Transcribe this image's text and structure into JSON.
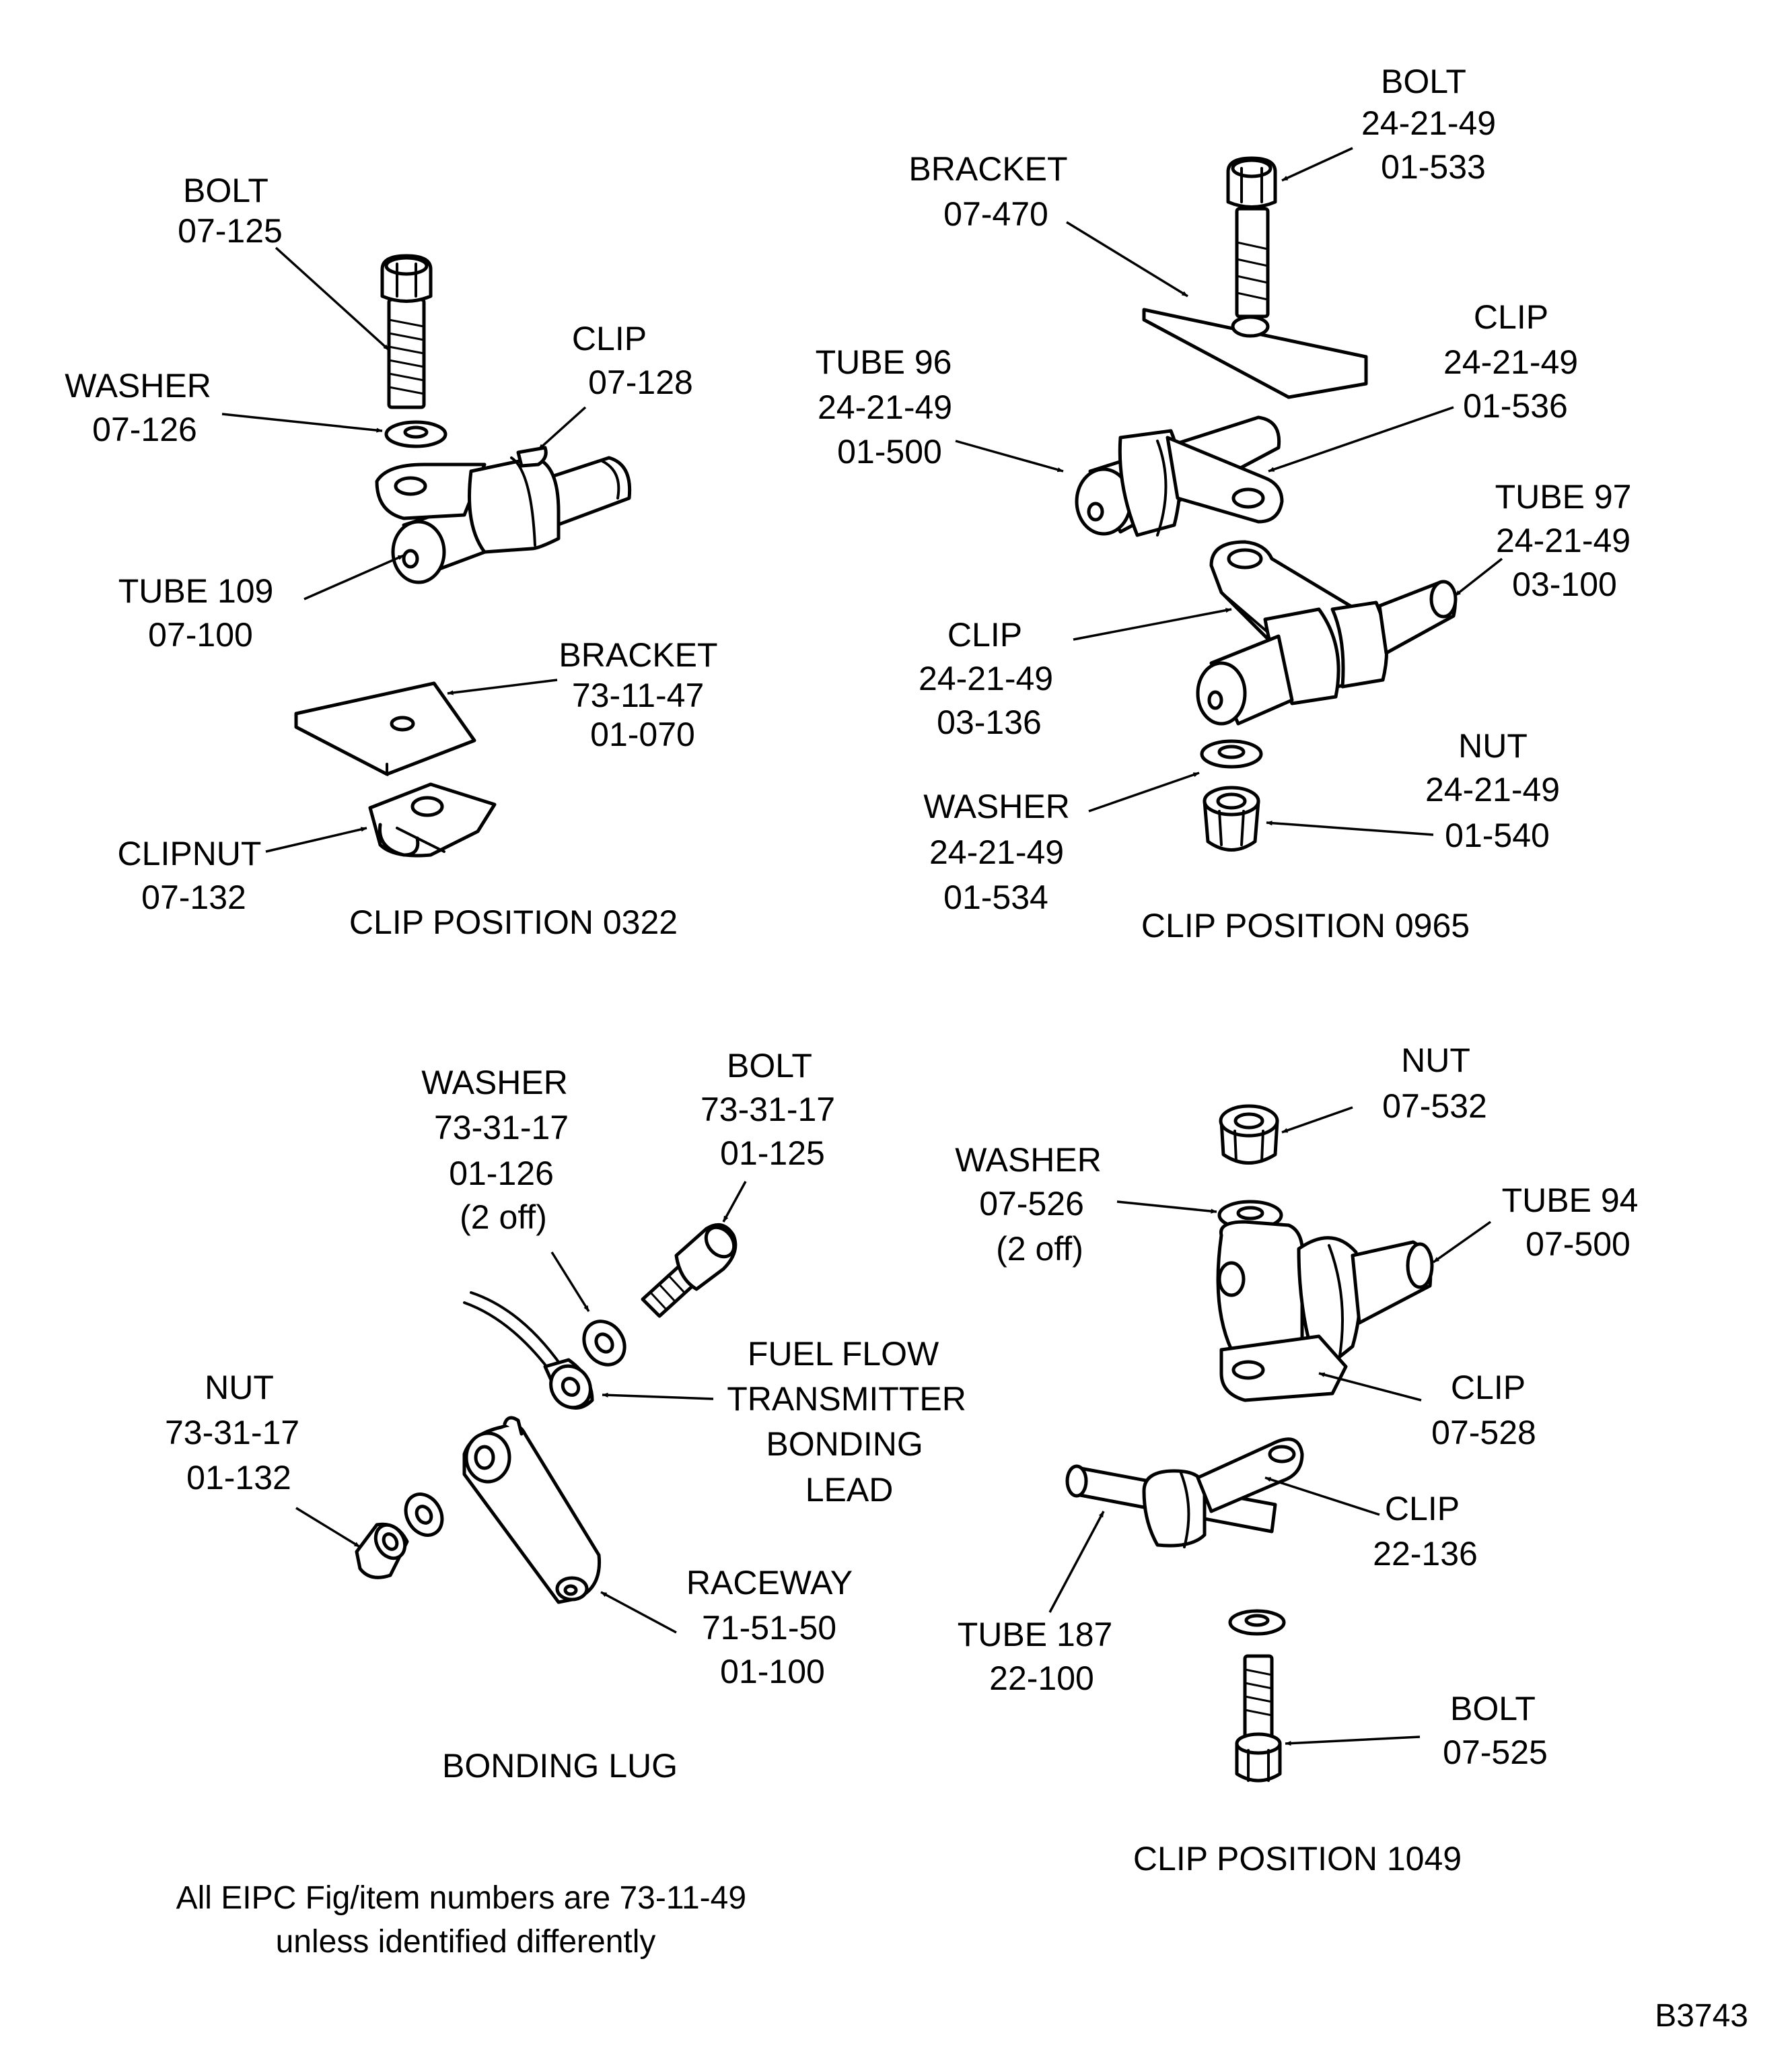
{
  "clip_0322": {
    "caption": "CLIP POSITION 0322",
    "bolt": [
      "BOLT",
      "07-125"
    ],
    "washer": [
      "WASHER",
      "07-126"
    ],
    "clip": [
      "CLIP",
      "07-128"
    ],
    "tube": [
      "TUBE 109",
      "07-100"
    ],
    "bracket": [
      "BRACKET",
      "73-11-47",
      "01-070"
    ],
    "clipnut": [
      "CLIPNUT",
      "07-132"
    ]
  },
  "clip_0965": {
    "caption": "CLIP POSITION 0965",
    "bolt": [
      "BOLT",
      "24-21-49",
      "01-533"
    ],
    "bracket": [
      "BRACKET",
      "07-470"
    ],
    "clip_upper": [
      "CLIP",
      "24-21-49",
      "01-536"
    ],
    "tube96": [
      "TUBE 96",
      "24-21-49",
      "01-500"
    ],
    "tube97": [
      "TUBE 97",
      "24-21-49",
      "03-100"
    ],
    "clip_lower": [
      "CLIP",
      "24-21-49",
      "03-136"
    ],
    "nut": [
      "NUT",
      "24-21-49",
      "01-540"
    ],
    "washer": [
      "WASHER",
      "24-21-49",
      "01-534"
    ]
  },
  "bonding_lug": {
    "caption": "BONDING LUG",
    "washer": [
      "WASHER",
      "73-31-17",
      "01-126",
      "(2 off)"
    ],
    "bolt": [
      "BOLT",
      "73-31-17",
      "01-125"
    ],
    "lead": [
      "FUEL FLOW",
      "TRANSMITTER",
      "BONDING",
      "LEAD"
    ],
    "nut": [
      "NUT",
      "73-31-17",
      "01-132"
    ],
    "raceway": [
      "RACEWAY",
      "71-51-50",
      "01-100"
    ]
  },
  "clip_1049": {
    "caption": "CLIP POSITION 1049",
    "nut": [
      "NUT",
      "07-532"
    ],
    "washer": [
      "WASHER",
      "07-526",
      "(2 off)"
    ],
    "tube94": [
      "TUBE 94",
      "07-500"
    ],
    "clip528": [
      "CLIP",
      "07-528"
    ],
    "clip136": [
      "CLIP",
      "22-136"
    ],
    "tube187": [
      "TUBE 187",
      "22-100"
    ],
    "bolt": [
      "BOLT",
      "07-525"
    ]
  },
  "footnote": [
    "All EIPC Fig/item numbers are 73-11-49",
    "unless identified differently"
  ],
  "figure_id": "B3743"
}
